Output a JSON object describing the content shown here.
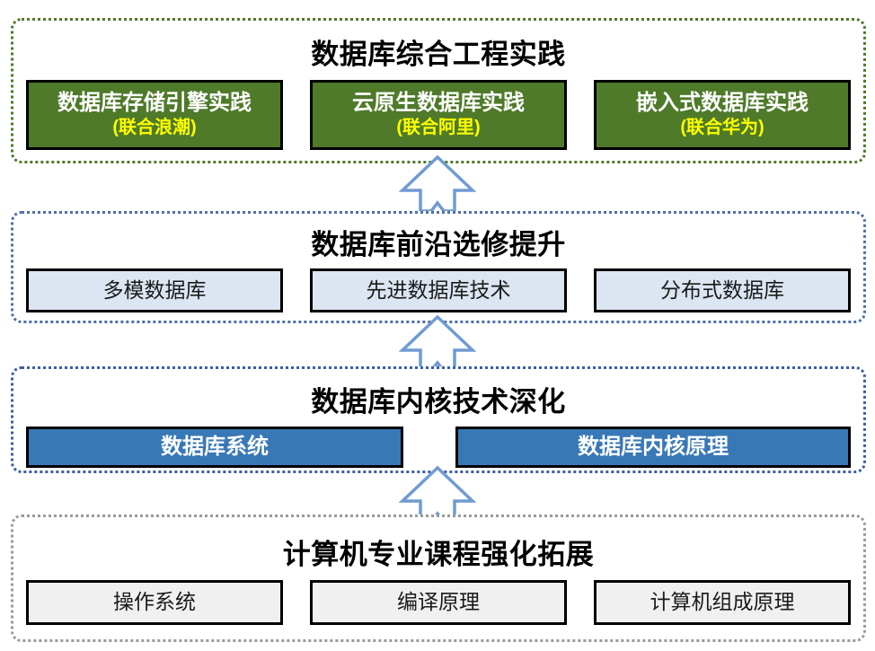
{
  "diagram": {
    "type": "layered-curriculum-pyramid",
    "orientation": "bottom-up",
    "tiers": [
      {
        "id": "tier-practice",
        "title": "数据库综合工程实践",
        "accent": "#4e7a29",
        "box_fill": "#4e7a29",
        "box_text_color": "#ffffff",
        "sub_text_color": "#ffff00",
        "items": [
          {
            "label": "数据库存储引擎实践",
            "sub": "(联合浪潮)"
          },
          {
            "label": "云原生数据库实践",
            "sub": "(联合阿里)"
          },
          {
            "label": "嵌入式数据库实践",
            "sub": "(联合华为)"
          }
        ]
      },
      {
        "id": "tier-frontier",
        "title": "数据库前沿选修提升",
        "accent": "#4f6fa8",
        "box_fill": "#dce6f2",
        "box_text_color": "#1a1a1a",
        "items": [
          {
            "label": "多模数据库",
            "sub": ""
          },
          {
            "label": "先进数据库技术",
            "sub": ""
          },
          {
            "label": "分布式数据库",
            "sub": ""
          }
        ]
      },
      {
        "id": "tier-kernel",
        "title": "数据库内核技术深化",
        "accent": "#3a5ea8",
        "box_fill": "#3878b6",
        "box_text_color": "#ffffff",
        "items": [
          {
            "label": "数据库系统",
            "sub": ""
          },
          {
            "label": "数据库内核原理",
            "sub": ""
          }
        ]
      },
      {
        "id": "tier-foundation",
        "title": "计算机专业课程强化拓展",
        "accent": "#9a9a9a",
        "box_fill": "#f0f0f0",
        "box_text_color": "#1a1a1a",
        "items": [
          {
            "label": "操作系统",
            "sub": ""
          },
          {
            "label": "编译原理",
            "sub": ""
          },
          {
            "label": "计算机组成原理",
            "sub": ""
          }
        ]
      }
    ],
    "arrows": [
      {
        "name": "arrow-foundation-to-kernel",
        "direction": "up",
        "color": "#6f9bd1"
      },
      {
        "name": "arrow-kernel-to-frontier",
        "direction": "up",
        "color": "#6f9bd1"
      },
      {
        "name": "arrow-frontier-to-practice",
        "direction": "up",
        "color": "#6f9bd1"
      }
    ]
  }
}
